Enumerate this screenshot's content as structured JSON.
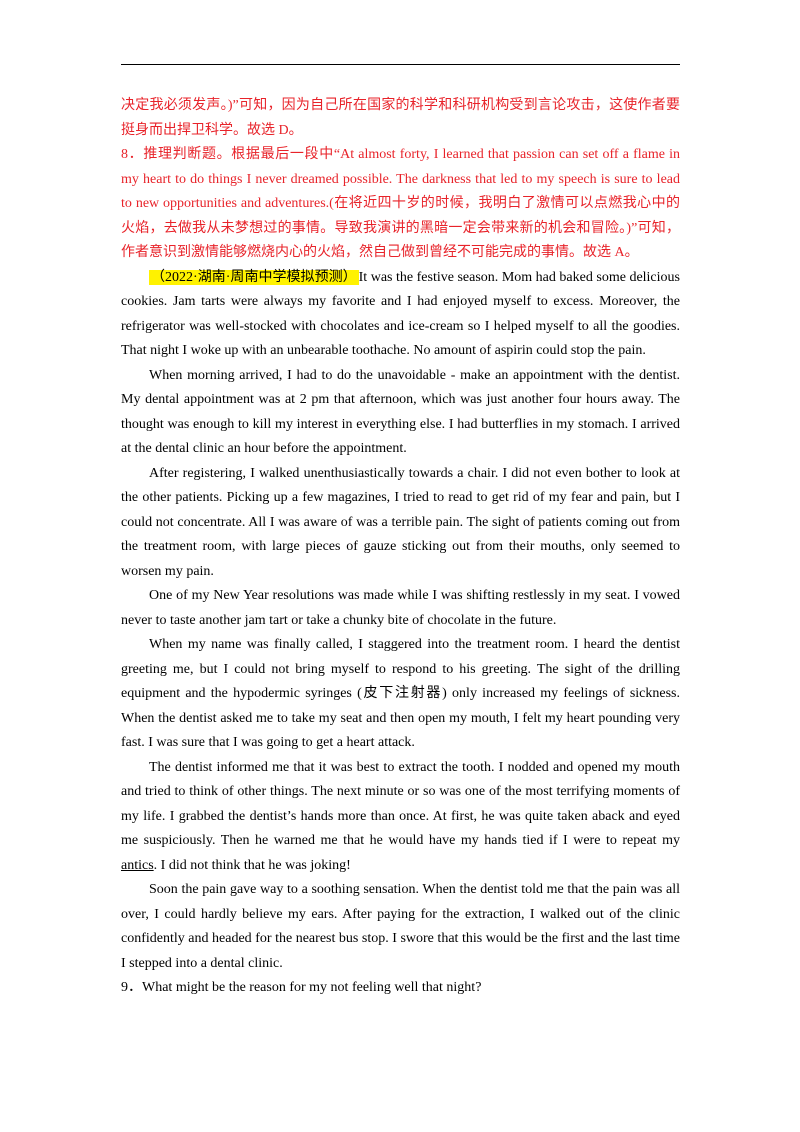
{
  "answers": {
    "line1": "决定我必须发声。)”可知，因为自己所在国家的科学和科研机构受到言论攻击，这使作者要挺身而出捍卫科学。故选 D。",
    "item8": "8．推理判断题。根据最后一段中“At almost forty, I learned that passion can set off a flame in my heart to do things I never dreamed possible. The darkness that led to my speech is sure to lead to new opportunities and adventures.(在将近四十岁的时候，我明白了激情可以点燃我心中的火焰，去做我从未梦想过的事情。导致我演讲的黑暗一定会带来新的机会和冒险。)”可知，作者意识到激情能够燃烧内心的火焰，然自己做到曾经不可能完成的事情。故选 A。"
  },
  "passage": {
    "source_tag": "（2022·湖南·周南中学模拟预测）",
    "p1_rest": "It was the festive season. Mom had baked some delicious cookies. Jam tarts were always my favorite and I had enjoyed myself to excess. Moreover, the refrigerator was well-stocked with chocolates and ice-cream so I helped myself to all the goodies. That night I woke up with an unbearable toothache. No amount of aspirin could stop the pain.",
    "p2": "When morning arrived, I had to do the unavoidable - make an appointment with the dentist. My dental appointment was at 2 pm that afternoon, which was just another four hours away. The thought was enough to kill my interest in everything else. I had butterflies in my stomach. I arrived at the dental clinic an hour before the appointment.",
    "p3": "After registering, I walked unenthusiastically towards a chair. I did not even bother to look at the other patients. Picking up a few magazines, I tried to read to get rid of my fear and pain, but I could not concentrate. All I was aware of was a terrible pain. The sight of patients coming out from the treatment room, with large pieces of gauze sticking out from their mouths, only seemed to worsen my pain.",
    "p4": "One of my New Year resolutions was made while I was shifting restlessly in my seat. I vowed never to taste another jam tart or take a chunky bite of chocolate in the future.",
    "p5": "When my name was finally called, I staggered into the treatment room. I heard the dentist greeting me, but I could not bring myself to respond to his greeting. The sight of the drilling equipment and the hypodermic syringes (皮下注射器) only increased my feelings of sickness. When the dentist asked me to take my seat and then open my mouth, I felt my heart pounding very fast. I was sure that I was going to get a heart attack.",
    "p6_before": "The dentist informed me that it was best to extract the tooth. I nodded and opened my mouth and tried to think of other things. The next minute or so was one of the most terrifying moments of my life. I grabbed the dentist’s hands more than once. At first, he was quite taken aback and eyed me suspiciously. Then he warned me that he would have my hands tied if I were to repeat my ",
    "p6_underlined": "antics",
    "p6_after": ". I did not think that he was joking!",
    "p7": "Soon the pain gave way to a soothing sensation. When the dentist told me that the pain was all over, I could hardly believe my ears. After paying for the extraction, I walked out of the clinic confidently and headed for the nearest bus stop. I swore that this would be the first and the last time I stepped into a dental clinic."
  },
  "question9": "9．What might be the reason for my not feeling well that night?",
  "colors": {
    "answer_red": "#e8232a",
    "highlight_yellow": "#fff200"
  }
}
